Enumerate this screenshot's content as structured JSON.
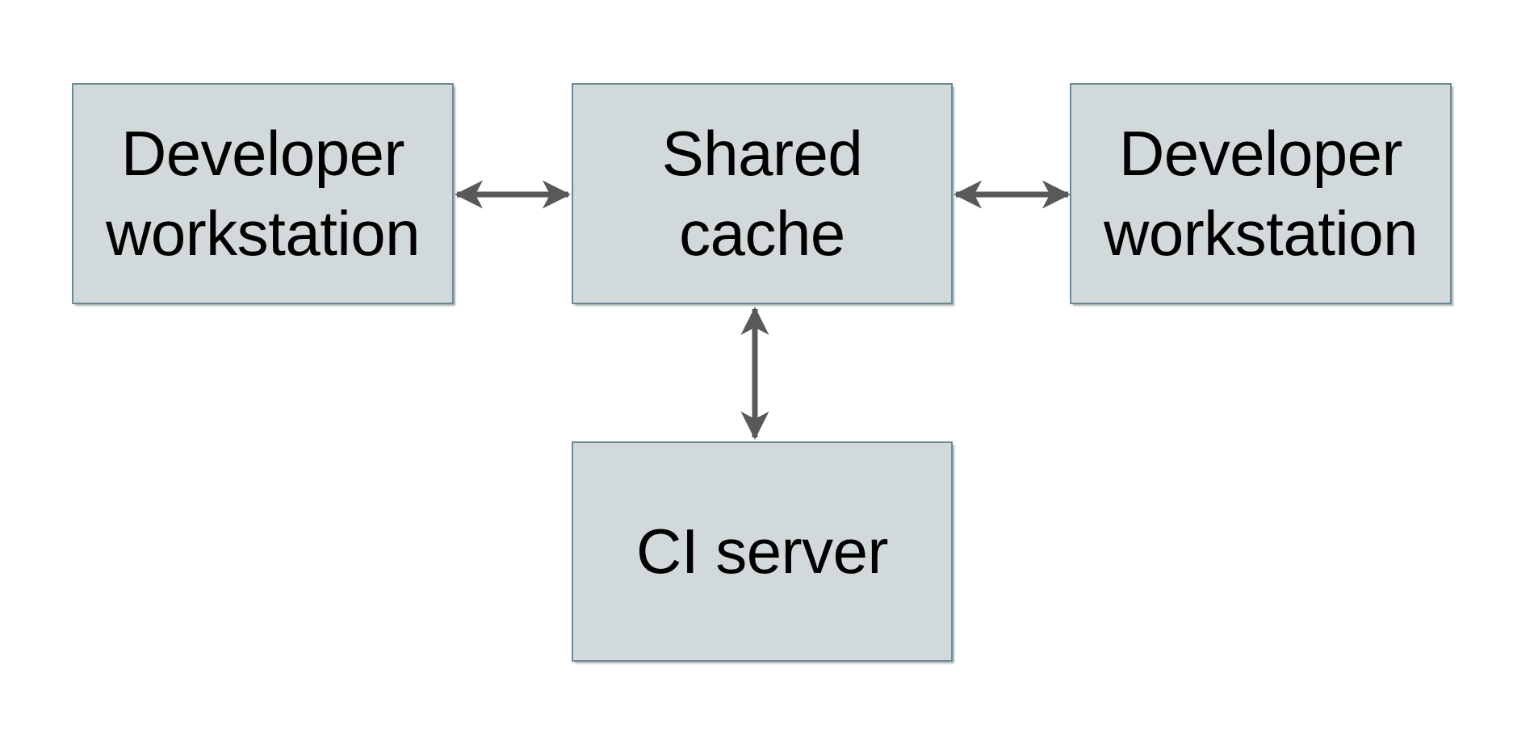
{
  "canvas": {
    "background": "#ffffff"
  },
  "styles": {
    "node_fill": "#d2d9db",
    "node_border": "#6d8a97",
    "arrow_color": "#58595b",
    "text_color": "#000000"
  },
  "diagram": {
    "type": "architecture-diagram",
    "nodes": [
      {
        "id": "developer-workstation-left",
        "label": "Developer workstation",
        "lines": [
          "Developer",
          "workstation"
        ]
      },
      {
        "id": "shared-cache",
        "label": "Shared cache",
        "lines": [
          "Shared",
          "cache"
        ]
      },
      {
        "id": "developer-workstation-right",
        "label": "Developer workstation",
        "lines": [
          "Developer",
          "workstation"
        ]
      },
      {
        "id": "ci-server",
        "label": "CI server",
        "lines": [
          "CI server"
        ]
      }
    ],
    "edges": [
      {
        "from": "developer-workstation-left",
        "to": "shared-cache",
        "direction": "bidirectional"
      },
      {
        "from": "shared-cache",
        "to": "developer-workstation-right",
        "direction": "bidirectional"
      },
      {
        "from": "shared-cache",
        "to": "ci-server",
        "direction": "bidirectional"
      }
    ]
  }
}
